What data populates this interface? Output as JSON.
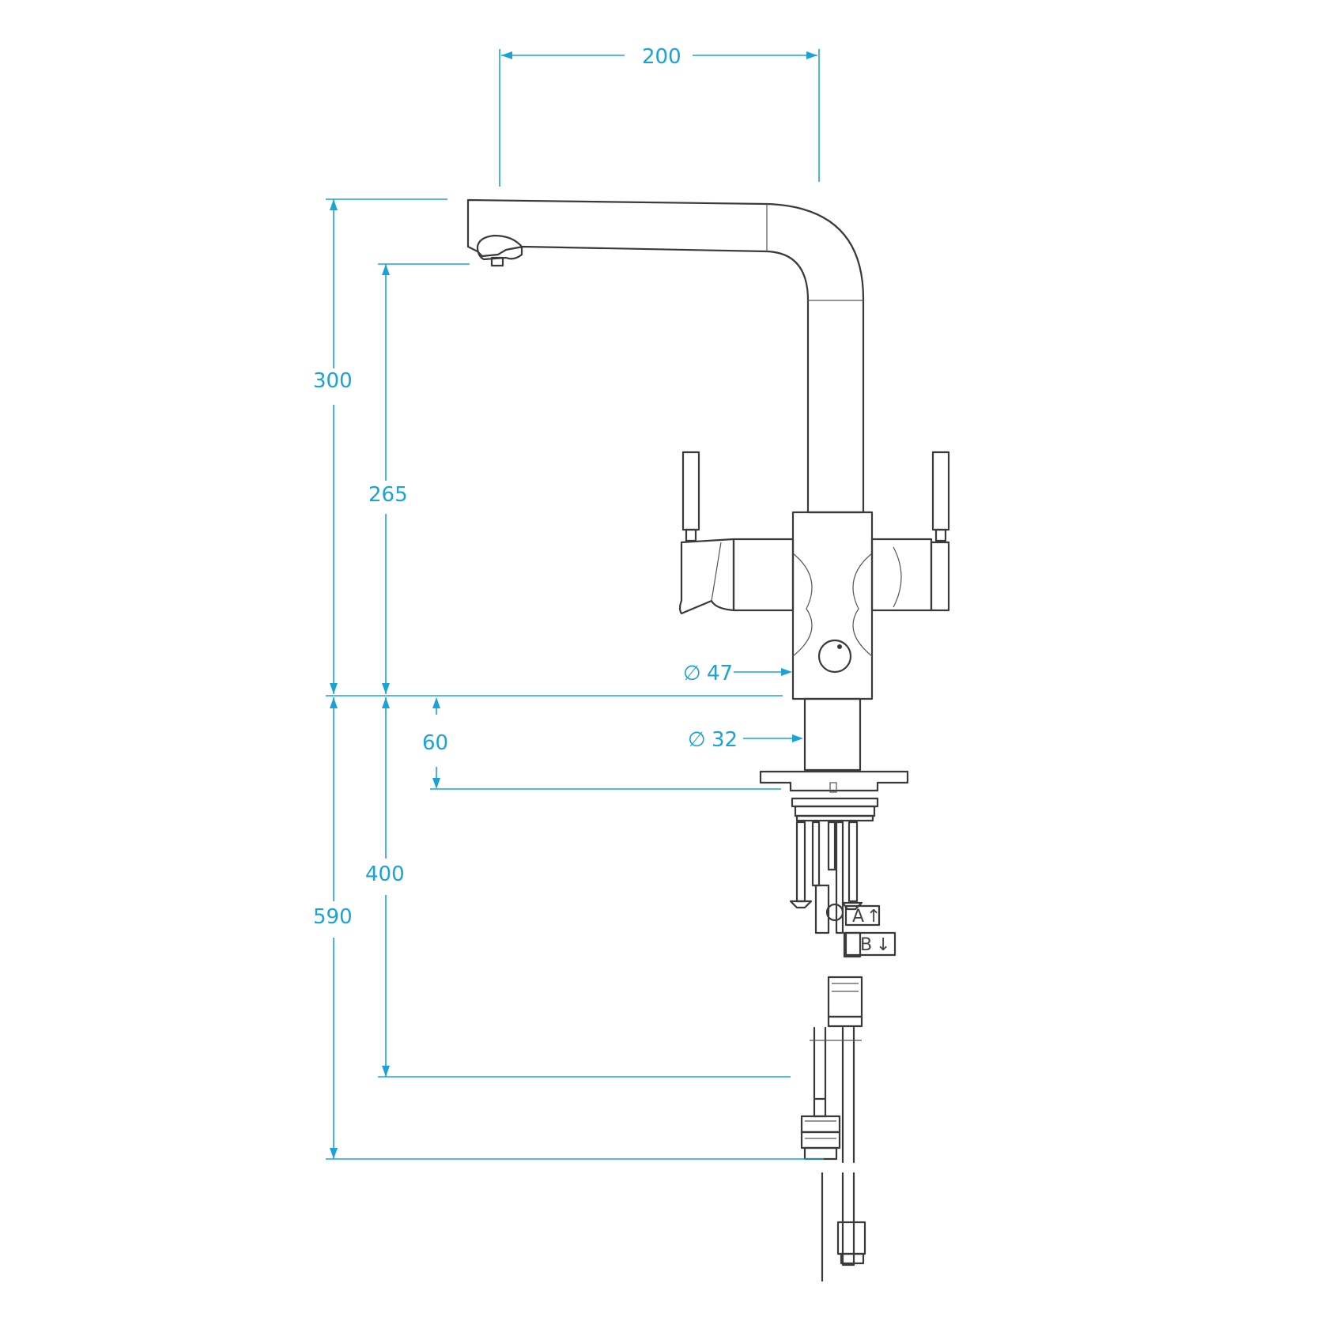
{
  "dimensions": {
    "spout_reach": "200",
    "total_height": "300",
    "spout_height": "265",
    "body_diameter": "47",
    "stem_diameter": "32",
    "deck_depth": "60",
    "hose_length": "400",
    "total_below_deck": "590"
  },
  "symbols": {
    "diameter": "∅"
  },
  "ports": {
    "inlet_a": "A",
    "inlet_b": "B",
    "arrow_up": "↑",
    "arrow_down": "↓"
  },
  "colors": {
    "dimension": "#1aa3d6",
    "outline": "#3a3a3a"
  }
}
